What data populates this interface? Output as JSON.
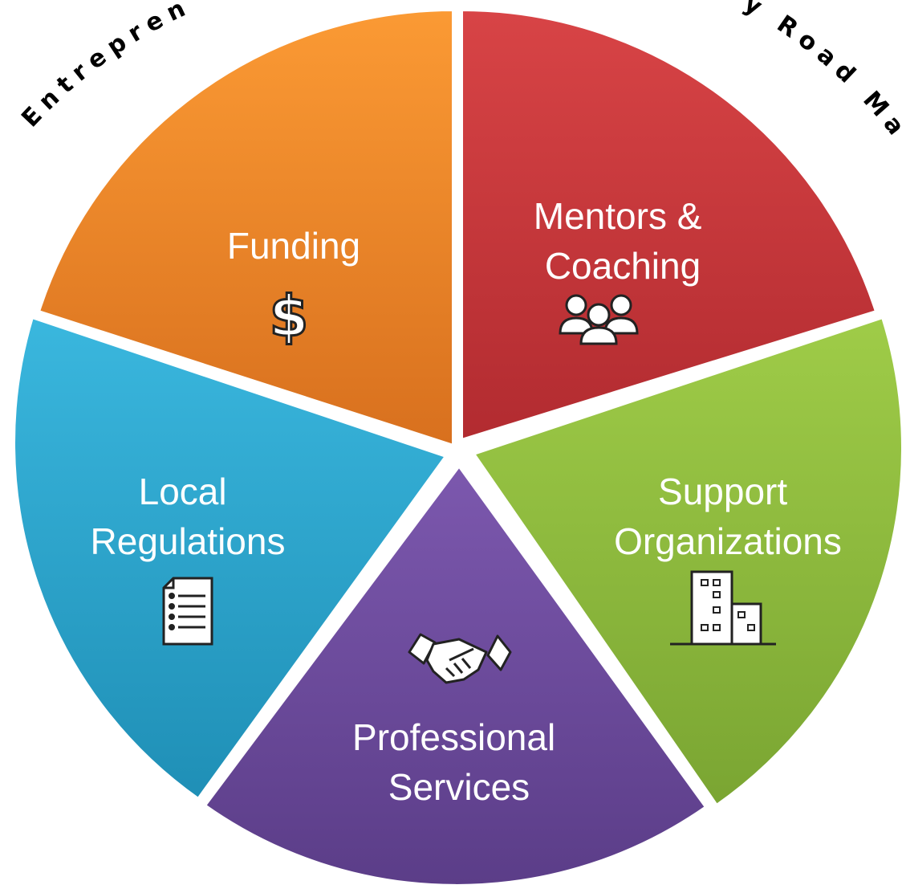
{
  "title_arc": {
    "left_text": "Entrepreneu",
    "right_text": "y Road Map"
  },
  "segments": [
    {
      "id": "funding",
      "lines": [
        "Funding"
      ],
      "icon": "dollar-icon",
      "color": "#f08a24"
    },
    {
      "id": "mentors",
      "lines": [
        "Mentors &",
        "Coaching"
      ],
      "icon": "people-group-icon",
      "color": "#c8373a"
    },
    {
      "id": "support",
      "lines": [
        "Support",
        "Organizations"
      ],
      "icon": "office-building-icon",
      "color": "#8cba3a"
    },
    {
      "id": "professional",
      "lines": [
        "Professional",
        "Services"
      ],
      "icon": "handshake-icon",
      "color": "#6a4a9a"
    },
    {
      "id": "regulations",
      "lines": [
        "Local",
        "Regulations"
      ],
      "icon": "document-list-icon",
      "color": "#2aa6cc"
    }
  ]
}
